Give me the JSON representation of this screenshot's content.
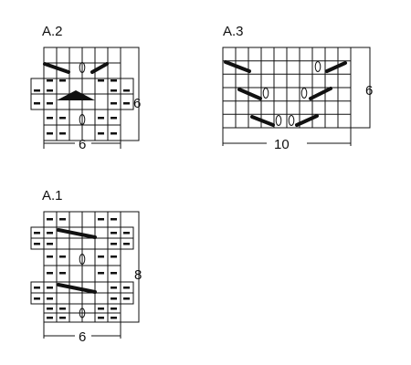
{
  "charts": {
    "a2": {
      "title": "A.2",
      "width_label": "6",
      "height_label": "6",
      "symbols": [
        "purl",
        "knit",
        "yarn-over",
        "decrease-right",
        "decrease-left",
        "double-decrease"
      ]
    },
    "a3": {
      "title": "A.3",
      "width_label": "10",
      "height_label": "6",
      "symbols": [
        "knit",
        "yarn-over",
        "decrease-right",
        "decrease-left"
      ]
    },
    "a1": {
      "title": "A.1",
      "width_label": "6",
      "height_label": "8",
      "symbols": [
        "purl",
        "knit",
        "yarn-over",
        "cable"
      ]
    }
  }
}
